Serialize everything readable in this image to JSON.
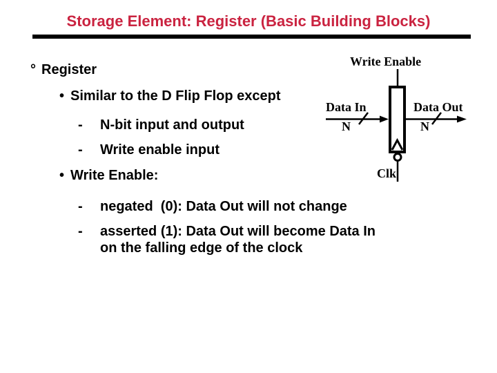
{
  "slide": {
    "title": "Storage Element: Register (Basic Building Blocks)",
    "colors": {
      "title": "#CA2340",
      "text": "#000000",
      "line": "#000000"
    },
    "bullets": {
      "register": {
        "marker": "°",
        "text": "Register"
      },
      "similar": {
        "marker": "•",
        "text": "Similar to the D Flip Flop except"
      },
      "nbit": {
        "marker": "-",
        "text": "N-bit input and output"
      },
      "we_input": {
        "marker": "-",
        "text": "Write enable input"
      },
      "write_enable": {
        "marker": "•",
        "text": "Write Enable:"
      },
      "negated": {
        "marker": "-",
        "text": "negated  (0): Data Out will not change"
      },
      "asserted": {
        "marker": "-",
        "text": "asserted (1): Data Out will become Data In"
      },
      "asserted_cont": {
        "text": "on the falling edge of the clock"
      }
    },
    "diagram": {
      "write_enable_label": "Write Enable",
      "data_in_label": "Data In",
      "data_out_label": "Data Out",
      "bus_width_in": "N",
      "bus_width_out": "N",
      "clk_label": "Clk"
    }
  }
}
